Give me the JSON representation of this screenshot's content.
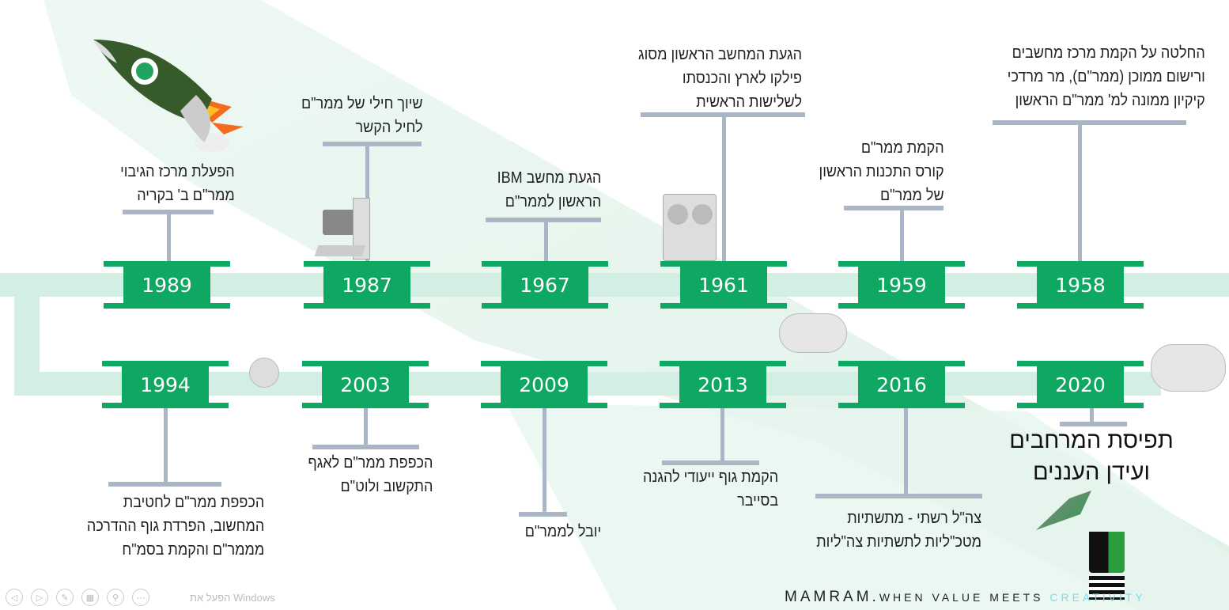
{
  "colors": {
    "accent": "#0fa862",
    "band": "#d3eee2",
    "stem": "#a9b6c6"
  },
  "events": [
    {
      "year": "1989",
      "text": "הפעלת מרכז הגיבוי\nממר\"ם ב' בקריה"
    },
    {
      "year": "1987",
      "text": "שיוך חילי של ממר\"ם\nלחיל הקשר"
    },
    {
      "year": "1967",
      "text": "הגעת מחשב IBM\nהראשון לממר\"ם"
    },
    {
      "year": "1961",
      "text": "הגעת המחשב הראשון מסוג\nפילקו לארץ והכנסתו\nלשלישות הראשית"
    },
    {
      "year": "1959",
      "text": "הקמת ממר\"ם\nקורס התכנות הראשון\nשל ממר\"ם"
    },
    {
      "year": "1958",
      "text": "החלטה על הקמת מרכז מחשבים\nורישום ממוכן (ממר\"ם), מר מרדכי\nקיקיון ממונה למ' ממר\"ם הראשון"
    },
    {
      "year": "1994",
      "text": "הכפפת ממר\"ם לחטיבת\nהמחשוב, הפרדת גוף ההדרכה\nמממר\"ם והקמת בסמ\"ח"
    },
    {
      "year": "2003",
      "text": "הכפפת ממר\"ם לאגף\nהתקשוב ולוט\"ם"
    },
    {
      "year": "2009",
      "text": "יובל לממר\"ם"
    },
    {
      "year": "2013",
      "text": "הקמת גוף ייעודי להגנה\nבסייבר"
    },
    {
      "year": "2016",
      "text": "צה\"ל רשתי - מתשתיות\nמטכ\"ליות  לתשתיות צה\"ליות"
    },
    {
      "year": "2020",
      "text": "תפיסת המרחבים\nועידן העננים"
    }
  ],
  "footer": {
    "brand": "MAMRAM.",
    "tagline_a": "WHEN VALUE MEETS ",
    "tagline_b": "CREATIVITY"
  },
  "watermark": "הפעל את Windows",
  "controls": [
    "previous",
    "next",
    "pen",
    "slides",
    "zoom",
    "more"
  ]
}
